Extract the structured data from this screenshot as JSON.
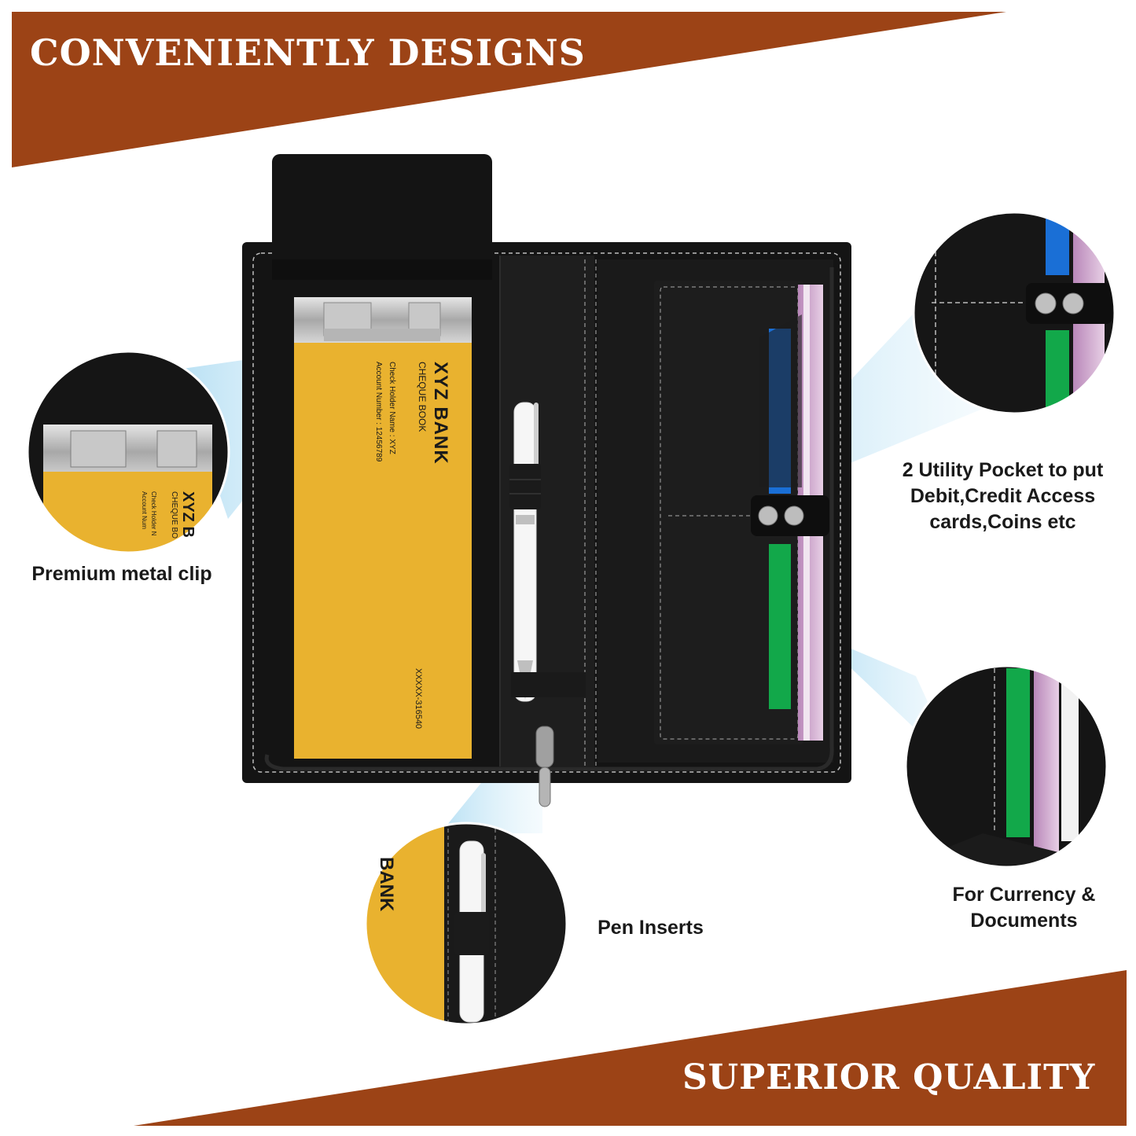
{
  "banners": {
    "top": "CONVENIENTLY DESIGNS",
    "bottom": "SUPERIOR QUALITY",
    "color": "#9c4316"
  },
  "cheque_book": {
    "bank": "XYZ BANK",
    "subtitle": "CHEQUE BOOK",
    "holder": "Check Holder Name :  XYZ",
    "account": "Account Number : 12456789",
    "serial": "XXXXX-316540",
    "color": "#e9b22f"
  },
  "zoom_cheque": {
    "bank": "XYZ B",
    "subtitle": "CHEQUE BO",
    "holder": "Check Holder N",
    "account": "Account Num"
  },
  "zoom_pen": {
    "bank": "BANK"
  },
  "callouts": {
    "clip": "Premium metal clip",
    "pockets": [
      "2 Utility Pocket to put",
      "Debit,Credit Access",
      "cards,Coins etc"
    ],
    "pen": "Pen Inserts",
    "currency": [
      "For Currency &",
      "Documents"
    ]
  },
  "colors": {
    "leather": "#161616",
    "stitch": "#bdbdbd",
    "card_blue": "#1a6fd6",
    "card_green": "#12a84a",
    "note_pink": "#c9a0c8",
    "beam": "#9cd3ef"
  }
}
